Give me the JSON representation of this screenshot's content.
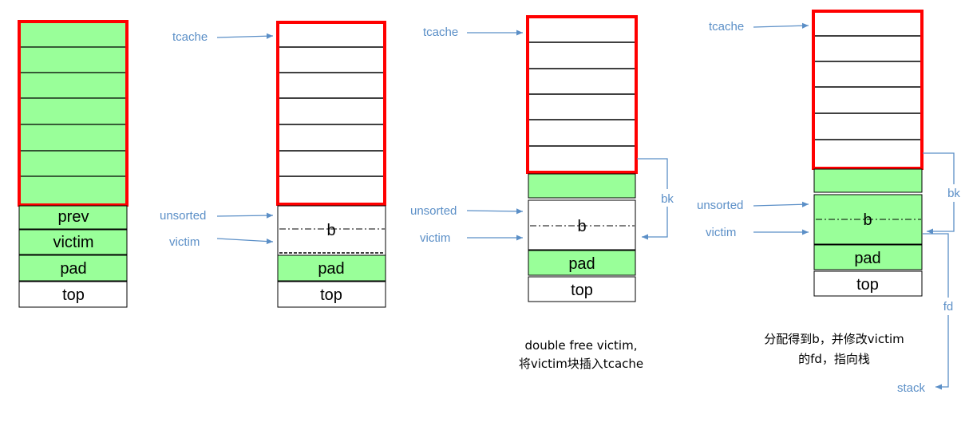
{
  "diagram": {
    "colors": {
      "chunk_fill": "#99ff99",
      "tcache_border": "#ff0000",
      "arrow": "#5b8fc7",
      "label": "#5b8fc7"
    },
    "stage1": {
      "blocks": {
        "prev": "prev",
        "victim": "victim",
        "pad": "pad",
        "top": "top"
      }
    },
    "stage2": {
      "labels": {
        "tcache": "tcache",
        "unsorted": "unsorted",
        "victim": "victim"
      },
      "blocks": {
        "b": "b",
        "pad": "pad",
        "top": "top"
      }
    },
    "stage3": {
      "labels": {
        "tcache": "tcache",
        "unsorted": "unsorted",
        "victim": "victim",
        "bk": "bk"
      },
      "blocks": {
        "b": "b",
        "pad": "pad",
        "top": "top"
      },
      "caption": {
        "line1": "double free victim,",
        "line2": "将victim块插入tcache"
      }
    },
    "stage4": {
      "labels": {
        "tcache": "tcache",
        "unsorted": "unsorted",
        "victim": "victim",
        "bk": "bk",
        "fd": "fd",
        "stack": "stack"
      },
      "blocks": {
        "b": "b",
        "pad": "pad",
        "top": "top"
      },
      "caption": {
        "line1": "分配得到b，并修改victim",
        "line2": "的fd，指向栈"
      }
    }
  }
}
